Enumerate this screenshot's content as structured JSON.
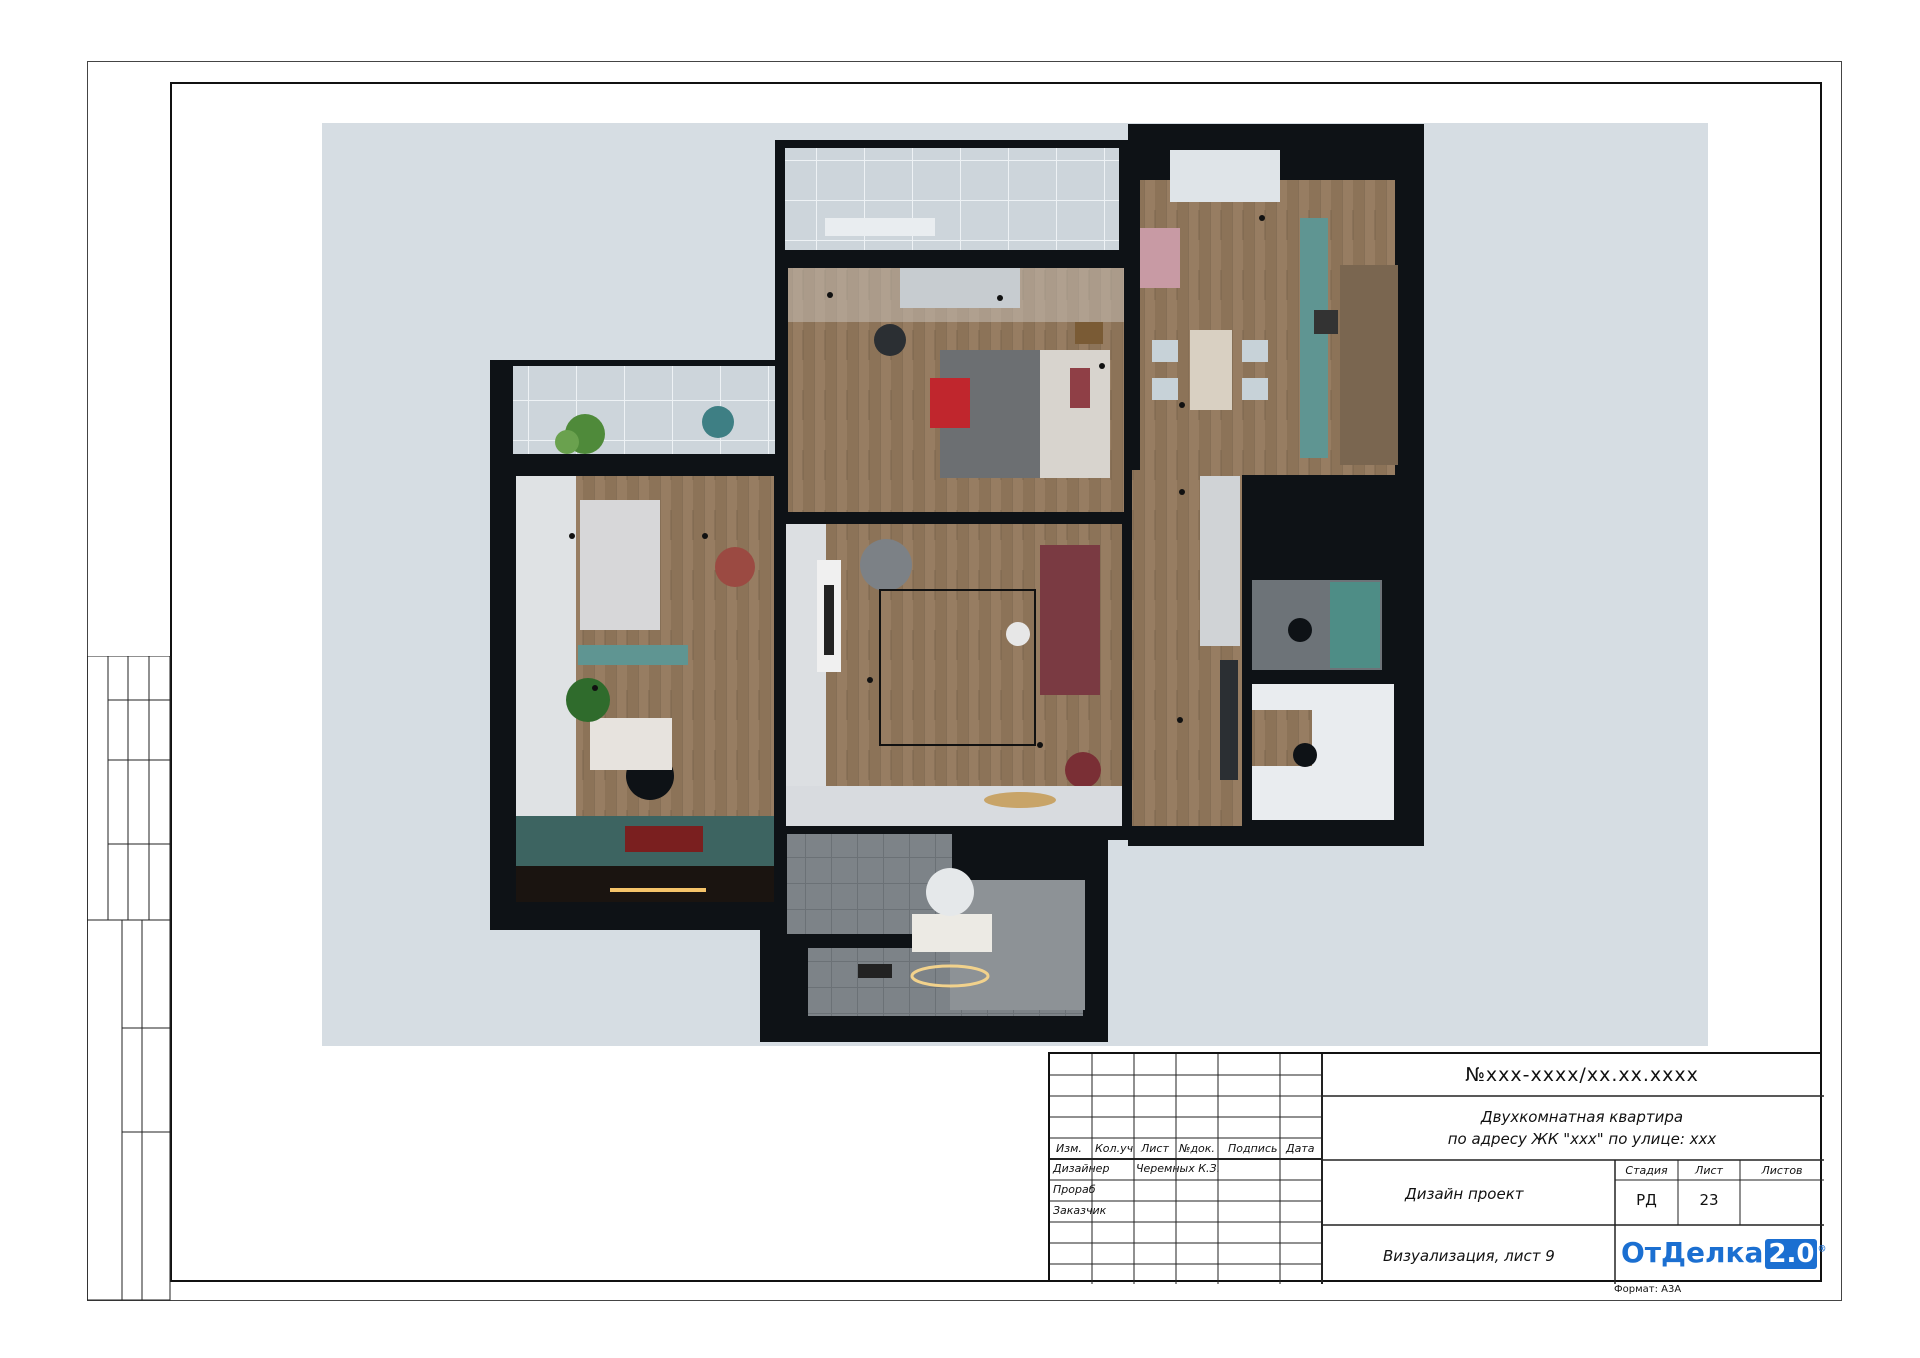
{
  "stamp": {
    "doc_number": "№xxx-xxxx/xx.xx.xxxx",
    "title_line1": "Двухкомнатная квартира",
    "title_line2": "по адресу ЖК \"xxx\" по улице: xxx",
    "headers": {
      "izm": "Изм.",
      "kol": "Кол.уч",
      "list": "Лист",
      "ndok": "№док.",
      "podpis": "Подпись",
      "data": "Дата"
    },
    "roles": {
      "designer": "Дизайнер",
      "foreman": "Прораб",
      "client": "Заказчик"
    },
    "designer_name": "Черемных К.З.",
    "stage_header": "Стадия",
    "sheet_header": "Лист",
    "sheets_header": "Листов",
    "stage_value": "РД",
    "sheet_value": "23",
    "project_type": "Дизайн проект",
    "sheet_title": "Визуализация, лист 9",
    "logo_text": "ОтДелка",
    "logo_version": "2.0",
    "logo_mark": "®",
    "format": "Формат: А3А"
  },
  "colors": {
    "wall": "#0e1216",
    "floor": "#8a7258",
    "render_bg": "#d6dde3",
    "accent_teal": "#5f9592",
    "logo_blue": "#1b6fd1"
  }
}
